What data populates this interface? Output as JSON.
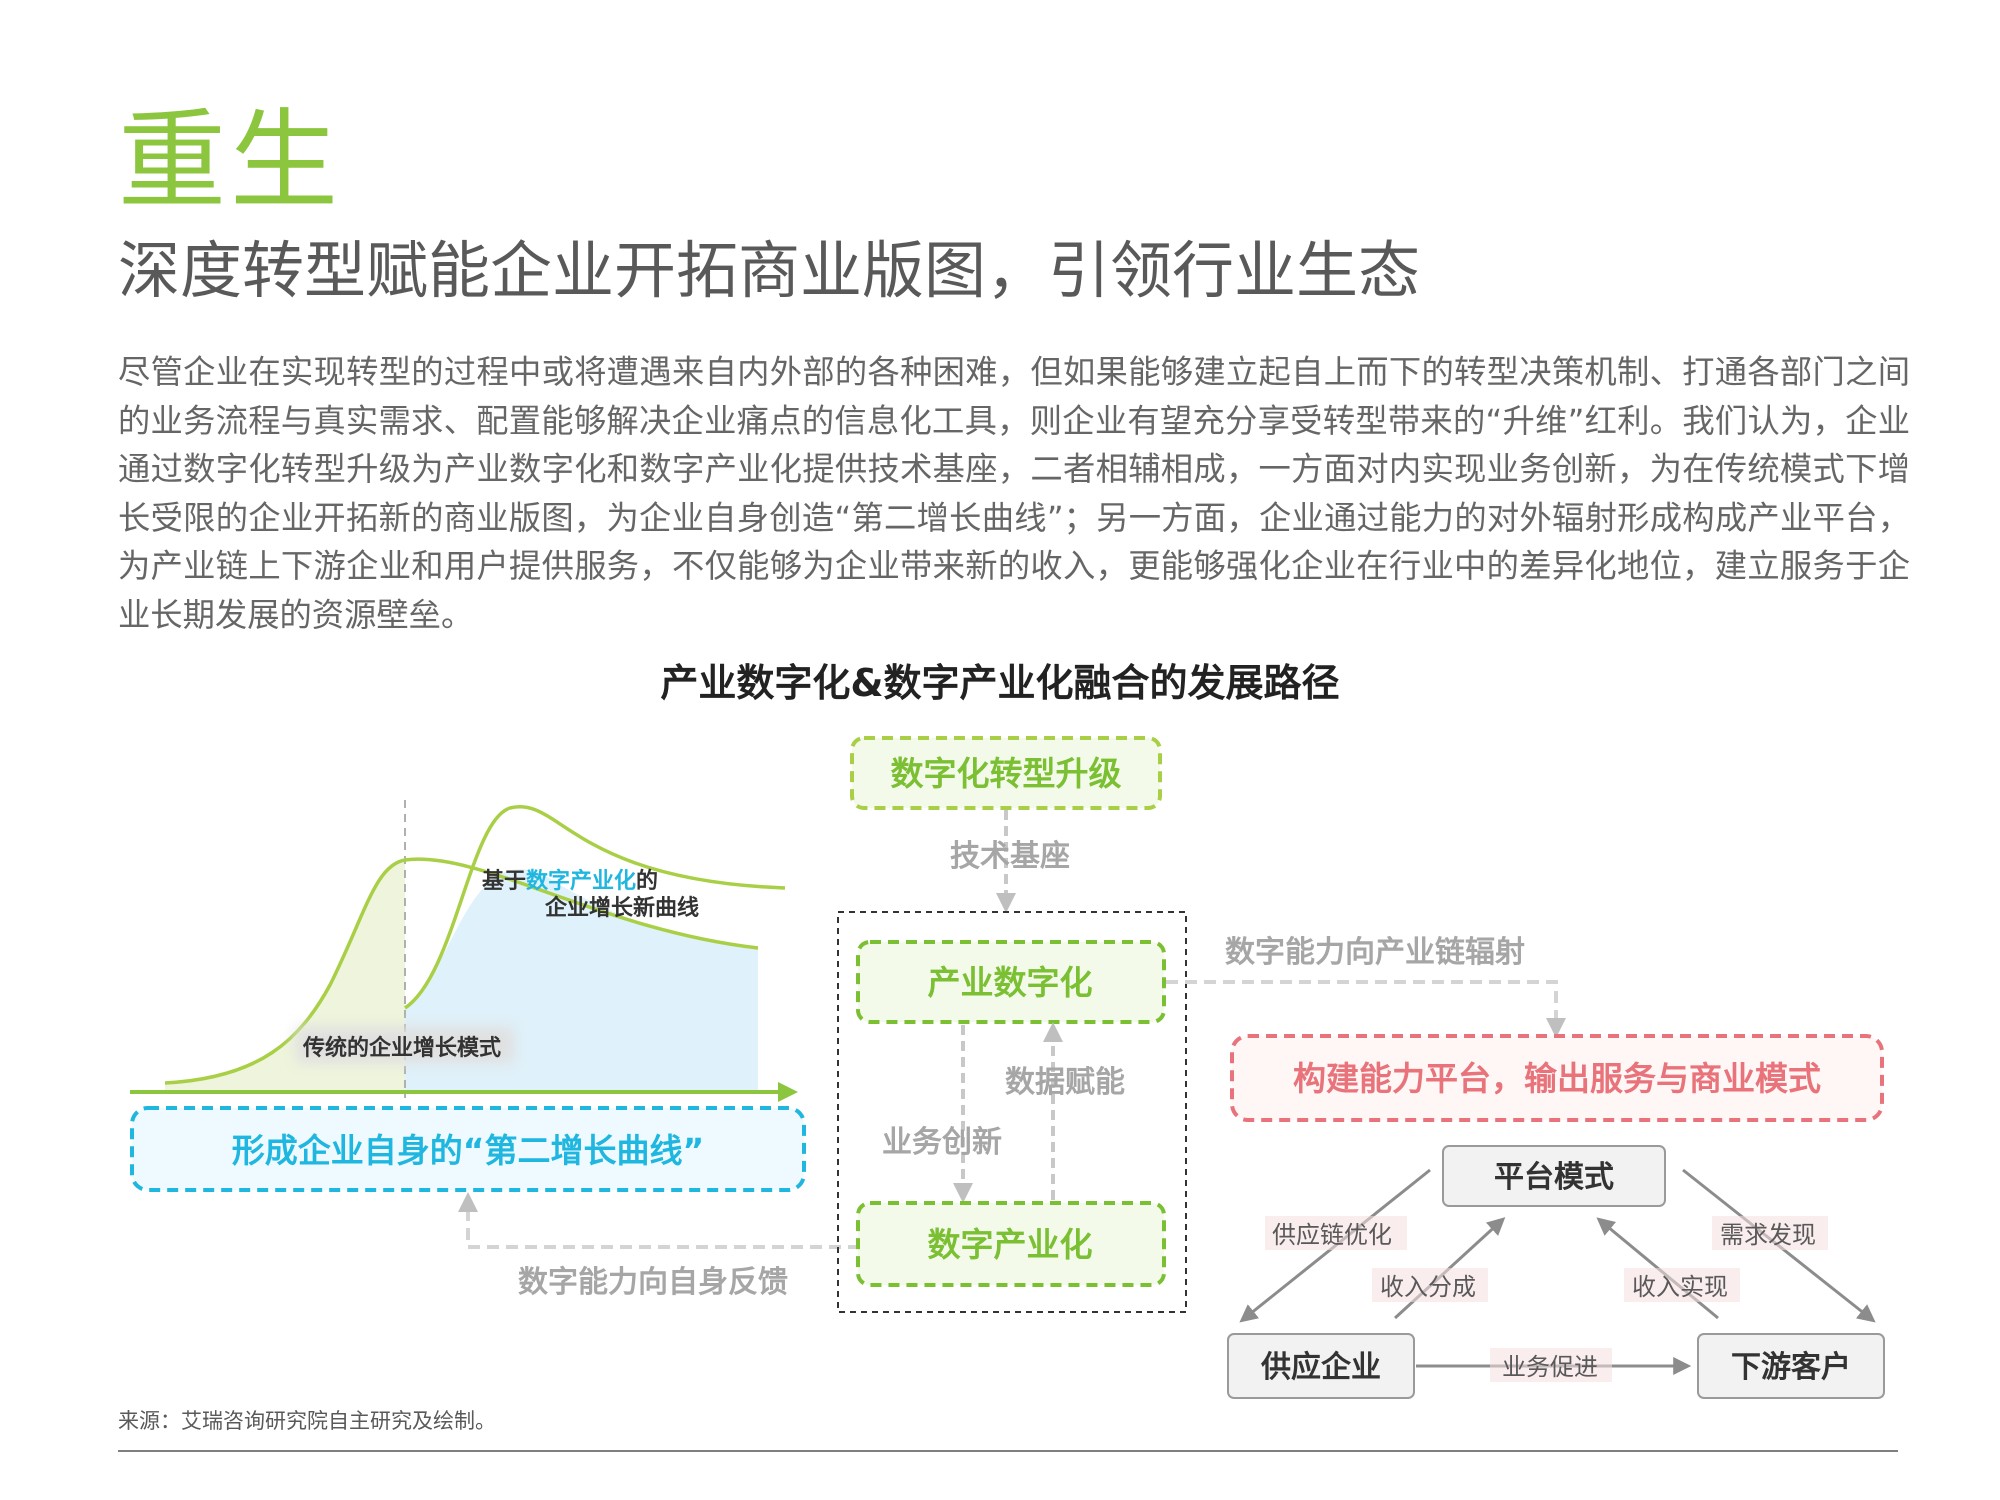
{
  "section_title": "重生",
  "subtitle": "深度转型赋能企业开拓商业版图，引领行业生态",
  "body_text": "尽管企业在实现转型的过程中或将遭遇来自内外部的各种困难，但如果能够建立起自上而下的转型决策机制、打通各部门之间的业务流程与真实需求、配置能够解决企业痛点的信息化工具，则企业有望充分享受转型带来的“升维”红利。我们认为，企业通过数字化转型升级为产业数字化和数字产业化提供技术基座，二者相辅相成，一方面对内实现业务创新，为在传统模式下增长受限的企业开拓新的商业版图，为企业自身创造“第二增长曲线”；另一方面，企业通过能力的对外辐射形成构成产业平台，为产业链上下游企业和用户提供服务，不仅能够为企业带来新的收入，更能够强化企业在行业中的差异化地位，建立服务于企业长期发展的资源壁垒。",
  "diagram": {
    "title": "产业数字化&数字产业化融合的发展路径",
    "curve": {
      "new_curve_prefix": "基于",
      "new_curve_highlight": "数字产业化",
      "new_curve_suffix": "的",
      "new_curve_line2": "企业增长新曲线",
      "traditional_label": "传统的企业增长模式"
    },
    "second_curve_box": "形成企业自身的“第二增长曲线”",
    "top_box": "数字化转型升级",
    "tech_base": "技术基座",
    "industry_digital": "产业数字化",
    "digital_industry": "数字产业化",
    "data_empower": "数据赋能",
    "business_innovation": "业务创新",
    "feedback_label": "数字能力向自身反馈",
    "radiate_label": "数字能力向产业链辐射",
    "platform_output": "构建能力平台，输出服务与商业模式",
    "triangle": {
      "platform_mode": "平台模式",
      "supplier": "供应企业",
      "customer": "下游客户",
      "supply_chain_opt": "供应链优化",
      "revenue_share": "收入分成",
      "demand_discovery": "需求发现",
      "revenue_realize": "收入实现",
      "business_promote": "业务促进"
    }
  },
  "source": "来源：艾瑞咨询研究院自主研究及绘制。",
  "colors": {
    "accent_green": "#8cc63f",
    "cyan": "#1fb6e0",
    "pink": "#e8737a",
    "gray_text": "#a6a6a6"
  }
}
